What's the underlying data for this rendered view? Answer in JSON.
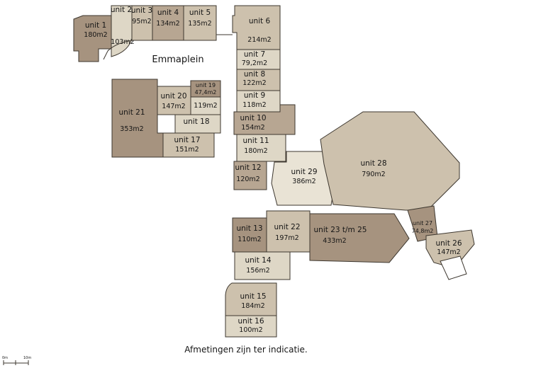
{
  "plaza_label": "Emmaplein",
  "footnote": "Afmetingen zijn ter indicatie.",
  "scale": {
    "start": "0m",
    "end": "10m"
  },
  "palette": {
    "dark": "#a6937f",
    "mediumDark": "#b7a692",
    "medium": "#cdc1ad",
    "light": "#ded7c6",
    "pale": "#e9e3d5",
    "outline": "#3d372f",
    "background": "#ffffff"
  },
  "units": [
    {
      "name": "unit 1",
      "area": "180m2",
      "tone": "dark"
    },
    {
      "name": "unit 2",
      "area": "103m2",
      "tone": "light"
    },
    {
      "name": "unit 3",
      "area": "95m2",
      "tone": "medium"
    },
    {
      "name": "unit 4",
      "area": "134m2",
      "tone": "mediumDark"
    },
    {
      "name": "unit 5",
      "area": "135m2",
      "tone": "medium"
    },
    {
      "name": "unit 6",
      "area": "214m2",
      "tone": "medium"
    },
    {
      "name": "unit 7",
      "area": "79,2m2",
      "tone": "light"
    },
    {
      "name": "unit 8",
      "area": "122m2",
      "tone": "medium"
    },
    {
      "name": "unit 9",
      "area": "118m2",
      "tone": "light"
    },
    {
      "name": "unit 10",
      "area": "154m2",
      "tone": "mediumDark"
    },
    {
      "name": "unit 11",
      "area": "180m2",
      "tone": "light"
    },
    {
      "name": "unit 12",
      "area": "120m2",
      "tone": "mediumDark"
    },
    {
      "name": "unit 29",
      "area": "386m2",
      "tone": "pale"
    },
    {
      "name": "unit 28",
      "area": "790m2",
      "tone": "medium"
    },
    {
      "name": "unit 19",
      "area": "47,4m2",
      "tone": "dark"
    },
    {
      "name": "",
      "area": "119m2",
      "tone": "light"
    },
    {
      "name": "unit 20",
      "area": "147m2",
      "tone": "medium"
    },
    {
      "name": "unit 18",
      "area": "",
      "tone": "light"
    },
    {
      "name": "unit 17",
      "area": "151m2",
      "tone": "medium"
    },
    {
      "name": "unit 21",
      "area": "353m2",
      "tone": "dark"
    },
    {
      "name": "unit 13",
      "area": "110m2",
      "tone": "dark"
    },
    {
      "name": "unit 22",
      "area": "197m2",
      "tone": "medium"
    },
    {
      "name": "unit 23 t/m 25",
      "area": "433m2",
      "tone": "dark"
    },
    {
      "name": "unit 14",
      "area": "156m2",
      "tone": "light"
    },
    {
      "name": "unit 15",
      "area": "184m2",
      "tone": "medium"
    },
    {
      "name": "unit 16",
      "area": "100m2",
      "tone": "light"
    },
    {
      "name": "unit 27",
      "area": "74,8m2",
      "tone": "dark"
    },
    {
      "name": "unit 26",
      "area": "147m2",
      "tone": "medium"
    }
  ]
}
